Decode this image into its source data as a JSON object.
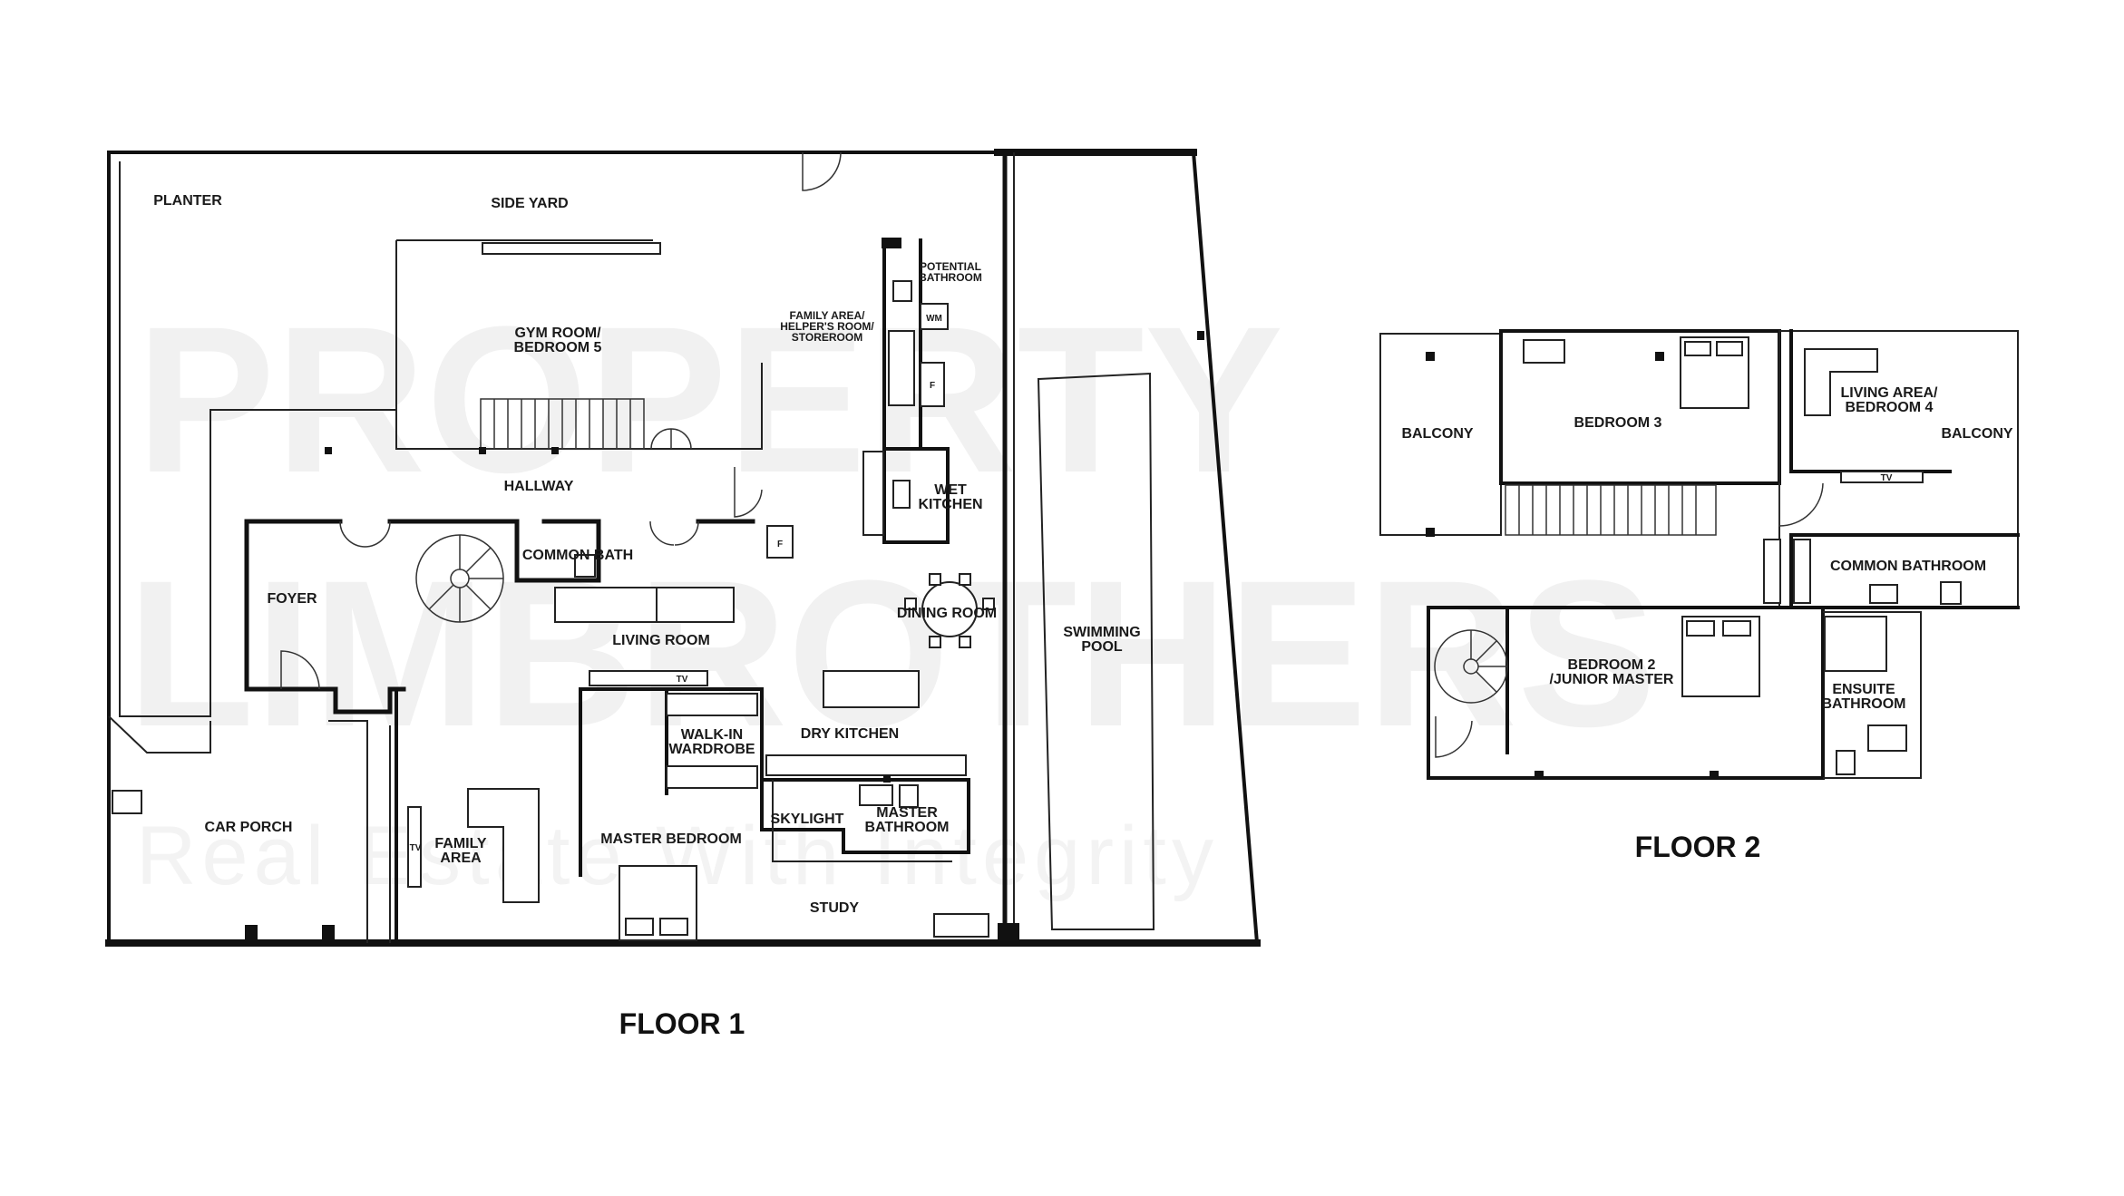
{
  "watermark": {
    "line1": "PROPERTY",
    "line2": "LIMBROTHERS",
    "line3": "Real Estate With Integrity"
  },
  "floor1": {
    "title": "FLOOR 1",
    "rooms": {
      "planter": "PLANTER",
      "side_yard": "SIDE YARD",
      "gym_room": [
        "GYM ROOM/",
        "BEDROOM 5"
      ],
      "family_helper": [
        "FAMILY AREA/",
        "HELPER'S ROOM/",
        "STOREROOM"
      ],
      "potential_bathroom": [
        "POTENTIAL",
        "BATHROOM"
      ],
      "hallway": "HALLWAY",
      "wet_kitchen": [
        "WET",
        "KITCHEN"
      ],
      "foyer": "FOYER",
      "common_bath": "COMMON BATH",
      "living_room": "LIVING ROOM",
      "dining_room": "DINING ROOM",
      "swimming_pool": [
        "SWIMMING",
        "POOL"
      ],
      "walk_in_wardrobe": [
        "WALK-IN",
        "WARDROBE"
      ],
      "dry_kitchen": "DRY KITCHEN",
      "car_porch": "CAR PORCH",
      "family_area": [
        "FAMILY",
        "AREA"
      ],
      "master_bedroom": "MASTER BEDROOM",
      "skylight": "SKYLIGHT",
      "master_bathroom": [
        "MASTER",
        "BATHROOM"
      ],
      "study": "STUDY"
    },
    "fixtures": {
      "washing_machine": "WM",
      "fridge": "F",
      "tv": "TV"
    }
  },
  "floor2": {
    "title": "FLOOR 2",
    "rooms": {
      "balcony_left": "BALCONY",
      "bedroom3": "BEDROOM 3",
      "living_area": [
        "LIVING AREA/",
        "BEDROOM 4"
      ],
      "balcony_right": "BALCONY",
      "common_bathroom": "COMMON BATHROOM",
      "bedroom2": [
        "BEDROOM 2",
        "/JUNIOR MASTER"
      ],
      "ensuite_bathroom": [
        "ENSUITE",
        "BATHROOM"
      ]
    },
    "fixtures": {
      "tv": "TV"
    }
  }
}
